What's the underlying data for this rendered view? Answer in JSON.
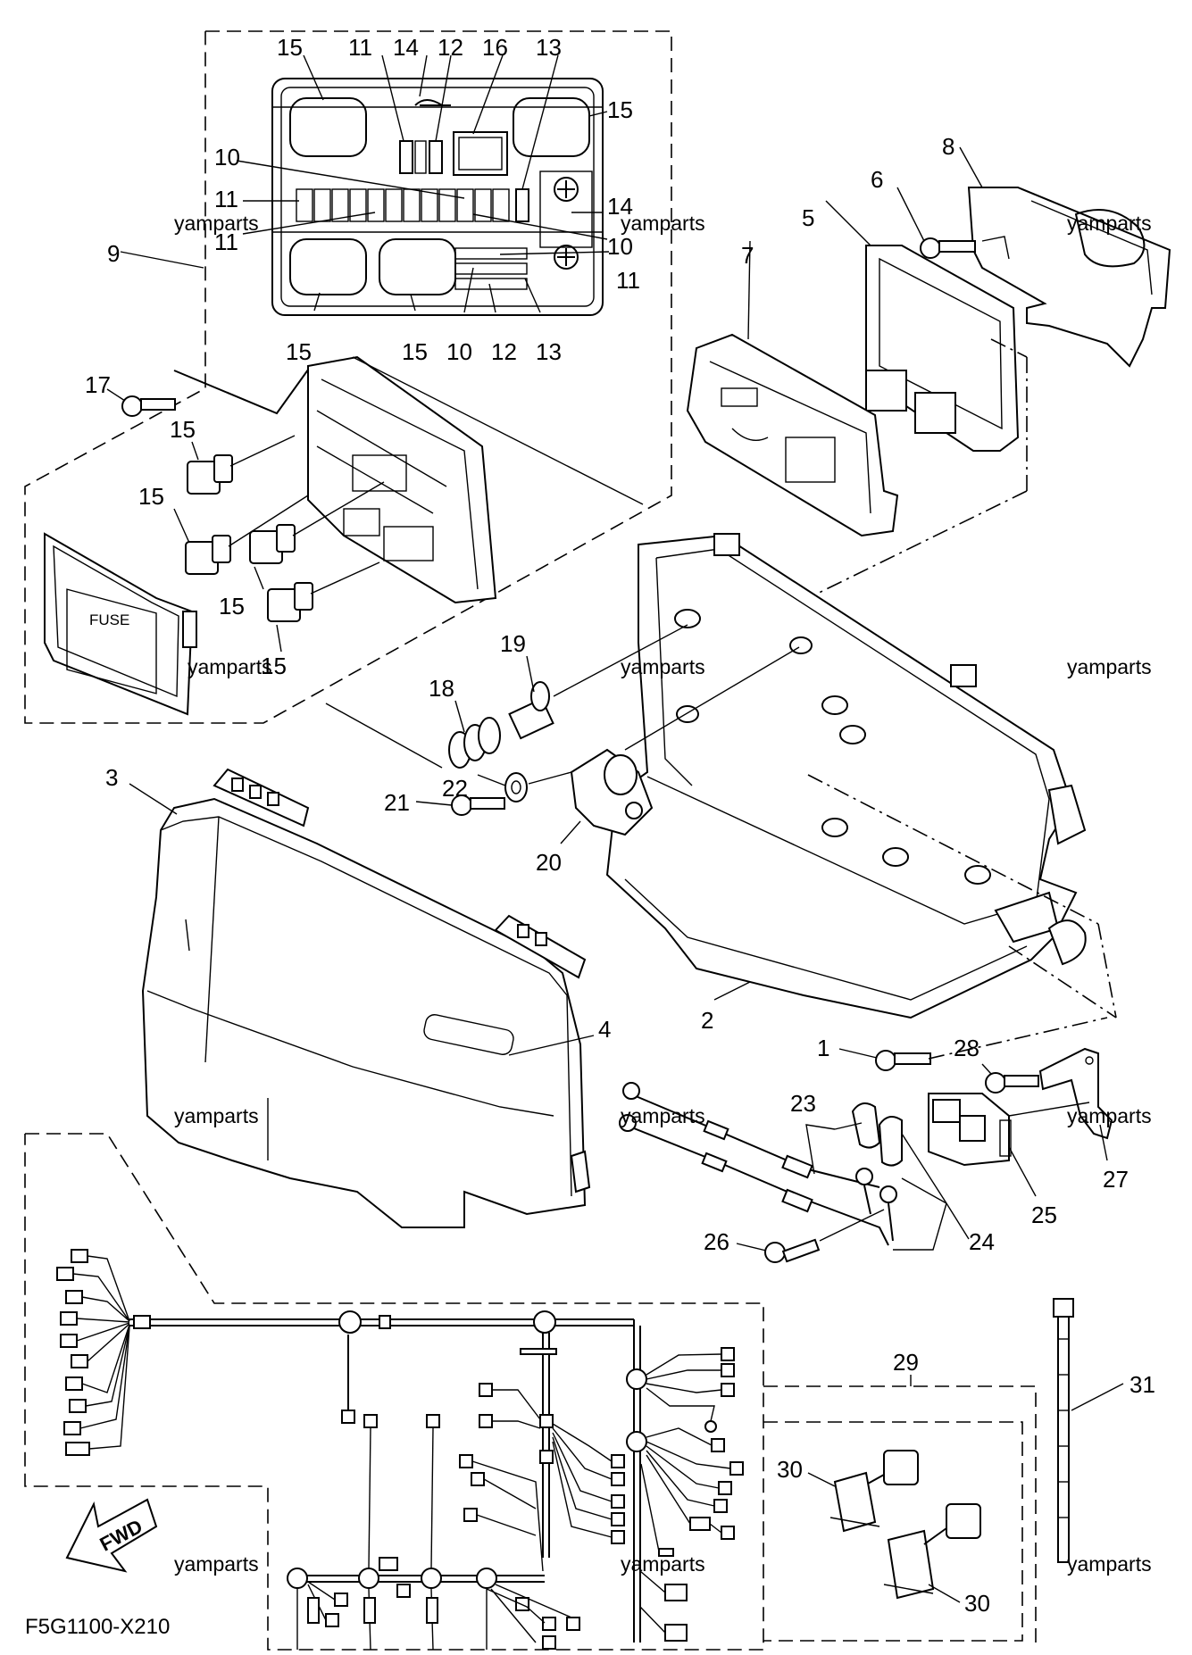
{
  "drawing_code": "F5G1100-X210",
  "watermark_text": "yamparts",
  "direction_marker": "FWD",
  "fuse_cover_label": "FUSE",
  "part_numbers": {
    "p1": "1",
    "p2": "2",
    "p3": "3",
    "p4": "4",
    "p5": "5",
    "p6": "6",
    "p7": "7",
    "p8": "8",
    "p9": "9",
    "p10": "10",
    "p11": "11",
    "p12": "12",
    "p13": "13",
    "p14": "14",
    "p15": "15",
    "p16": "16",
    "p17": "17",
    "p18": "18",
    "p19": "19",
    "p20": "20",
    "p21": "21",
    "p22": "22",
    "p23": "23",
    "p24": "24",
    "p25": "25",
    "p26": "26",
    "p27": "27",
    "p28": "28",
    "p29": "29",
    "p30": "30",
    "p31": "31"
  }
}
